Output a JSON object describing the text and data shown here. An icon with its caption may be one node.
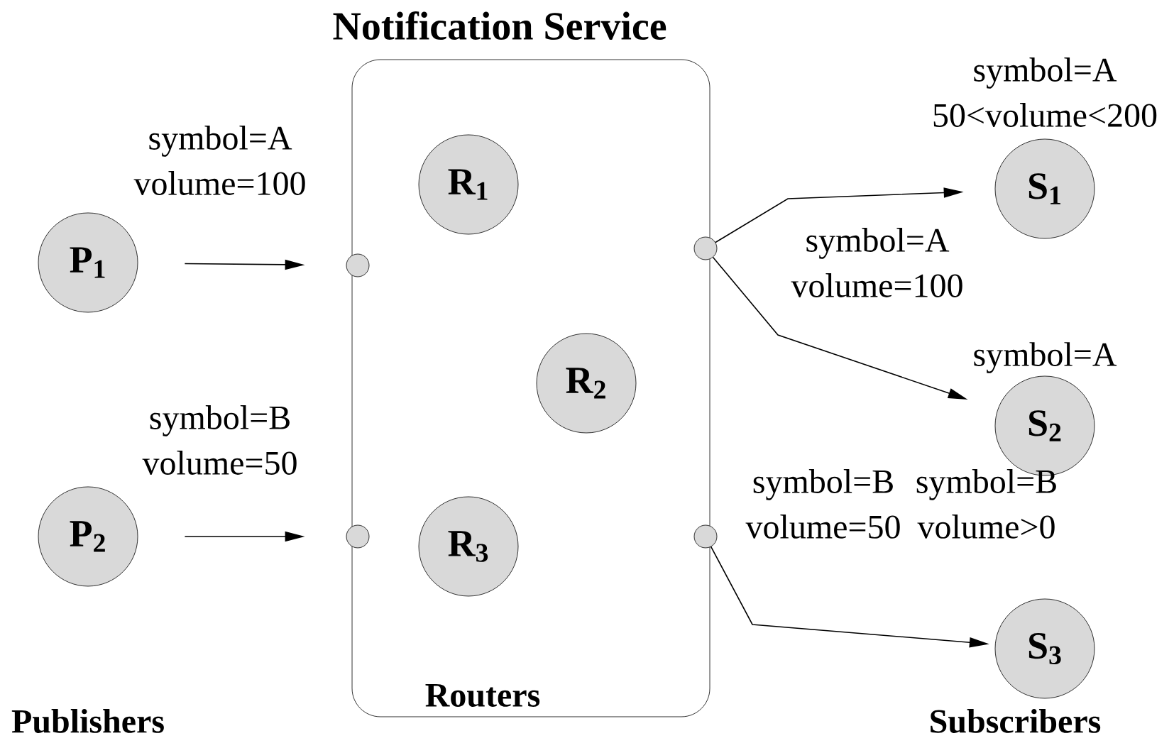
{
  "diagram": {
    "nodes": [
      {
        "text": [
          "Notification Service",
          "Routers"
        ]
      },
      {
        "text": [
          "R$_{1}$"
        ],
        "in": 0
      },
      {
        "text": [
          "R$_{2}$"
        ],
        "in": 0
      },
      {
        "text": [
          "R$_{3}$"
        ],
        "in": 0
      },
      {
        "text": [
          "P$_{1}$"
        ]
      },
      {
        "text": [
          "P$_{2}$"
        ]
      },
      {
        "text": [],
        "shape": "circle"
      },
      {
        "text": [],
        "shape": "circle"
      },
      {
        "text": [],
        "shape": "circle"
      },
      {
        "text": [],
        "shape": "circle"
      },
      {
        "text": [
          "S$_{1}$"
        ],
        "beside": [
          "symbol=A 50<volume<200"
        ]
      },
      {
        "text": [
          "S$_{2}$"
        ],
        "beside": [
          "symbol=A"
        ]
      },
      {
        "text": [
          "S$_{3}$"
        ]
      }
    ],
    "edges": [
      {
        "from": 4,
        "to": 6,
        "arrow": "to",
        "label": "symbol=A volume=100"
      },
      {
        "from": 5,
        "to": 7,
        "arrow": "to",
        "label": "symbol=B volume=50"
      },
      {
        "from": 8,
        "to": 10,
        "arrow": "to"
      },
      {
        "from": 8,
        "to": 11,
        "arrow": "to"
      },
      {
        "from": 9,
        "to": 12,
        "arrow": "to",
        "label": "symbol=B volume=50"
      }
    ],
    "labels": [
      "symbol=A volume=100",
      "symbol=B volume>0",
      "Publishers",
      "Subscribers"
    ]
  }
}
